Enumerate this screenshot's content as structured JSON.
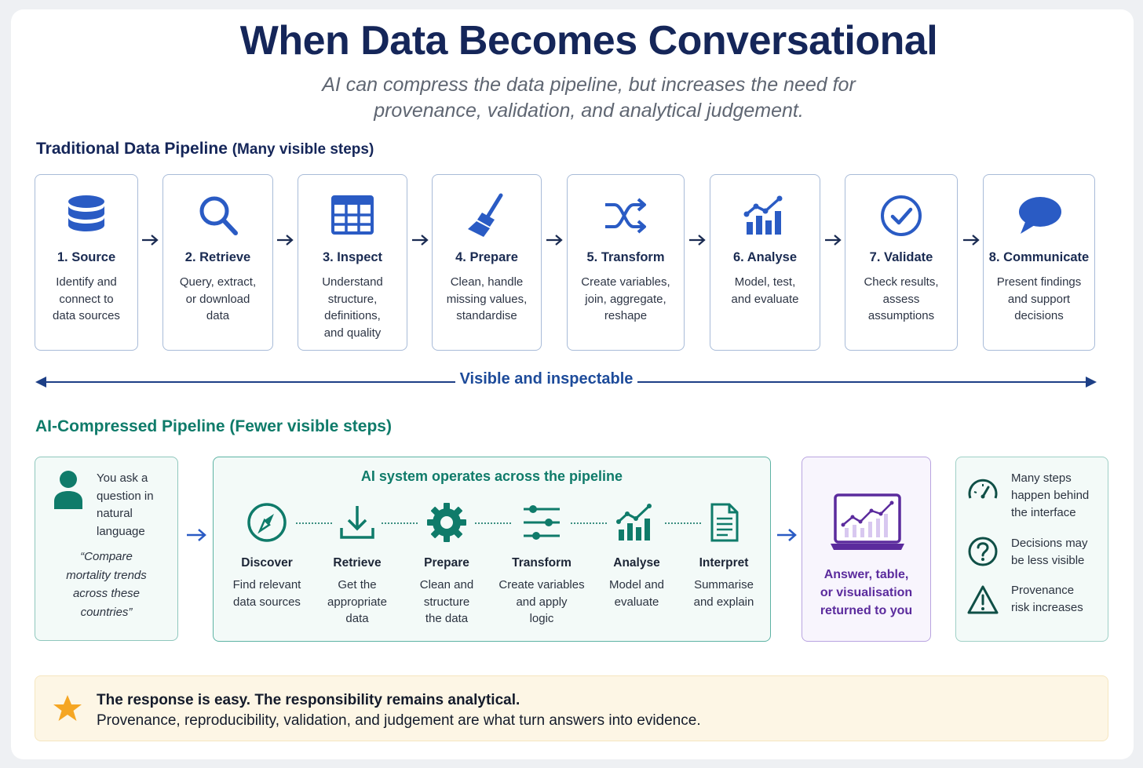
{
  "title": "When Data Becomes Conversational",
  "subtitle_line1": "AI can compress the data pipeline, but increases the need for",
  "subtitle_line2": "provenance, validation, and analytical judgement.",
  "traditional": {
    "heading": "Traditional Data Pipeline",
    "heading_note": "(Many visible steps)",
    "steps": [
      {
        "title": "1. Source",
        "desc": [
          "Identify and",
          "connect to",
          "data sources"
        ],
        "icon": "database-icon"
      },
      {
        "title": "2. Retrieve",
        "desc": [
          "Query, extract,",
          "or download",
          "data"
        ],
        "icon": "magnifier-icon"
      },
      {
        "title": "3. Inspect",
        "desc": [
          "Understand",
          "structure,",
          "definitions,",
          "and quality"
        ],
        "icon": "table-grid-icon"
      },
      {
        "title": "4. Prepare",
        "desc": [
          "Clean, handle",
          "missing values,",
          "standardise"
        ],
        "icon": "broom-icon"
      },
      {
        "title": "5. Transform",
        "desc": [
          "Create variables,",
          "join, aggregate,",
          "reshape"
        ],
        "icon": "shuffle-icon"
      },
      {
        "title": "6. Analyse",
        "desc": [
          "Model, test,",
          "and evaluate"
        ],
        "icon": "bar-chart-trend-icon"
      },
      {
        "title": "7. Validate",
        "desc": [
          "Check results,",
          "assess",
          "assumptions"
        ],
        "icon": "check-circle-icon"
      },
      {
        "title": "8. Communicate",
        "desc": [
          "Present findings",
          "and support",
          "decisions"
        ],
        "icon": "speech-bubble-icon"
      }
    ],
    "visibility_label": "Visible and inspectable"
  },
  "ai": {
    "heading": "AI-Compressed Pipeline (Fewer visible steps)",
    "ask_text": [
      "You ask a",
      "question in",
      "natural",
      "language"
    ],
    "ask_quote": [
      "“Compare",
      "mortality trends",
      "across these",
      "countries”"
    ],
    "system_title": "AI system operates across the pipeline",
    "steps": [
      {
        "title": "Discover",
        "desc": [
          "Find relevant",
          "data sources"
        ],
        "icon": "compass-icon"
      },
      {
        "title": "Retrieve",
        "desc": [
          "Get the",
          "appropriate",
          "data"
        ],
        "icon": "download-icon"
      },
      {
        "title": "Prepare",
        "desc": [
          "Clean and",
          "structure",
          "the data"
        ],
        "icon": "gear-icon"
      },
      {
        "title": "Transform",
        "desc": [
          "Create variables",
          "and apply",
          "logic"
        ],
        "icon": "sliders-icon"
      },
      {
        "title": "Analyse",
        "desc": [
          "Model and",
          "evaluate"
        ],
        "icon": "bar-chart-trend-icon"
      },
      {
        "title": "Interpret",
        "desc": [
          "Summarise",
          "and explain"
        ],
        "icon": "document-icon"
      }
    ],
    "answer_text": [
      "Answer, table,",
      "or visualisation",
      "returned to you"
    ],
    "risks": [
      {
        "text": [
          "Many steps",
          "happen behind",
          "the interface"
        ],
        "icon": "speedometer-icon"
      },
      {
        "text": [
          "Decisions may",
          "be less visible"
        ],
        "icon": "question-circle-icon"
      },
      {
        "text": [
          "Provenance",
          "risk increases"
        ],
        "icon": "warning-triangle-icon"
      }
    ]
  },
  "note": {
    "line1": "The response is easy. The responsibility remains analytical.",
    "line2": "Provenance, reproducibility, validation, and judgement are what turn answers into evidence.",
    "icon": "star-icon"
  },
  "colors": {
    "navy": "#152659",
    "blue_accent": "#2a5bc4",
    "teal": "#0f7b6a",
    "purple": "#5b2b9d",
    "note_bg": "#fdf6e5",
    "star": "#f5a623"
  }
}
